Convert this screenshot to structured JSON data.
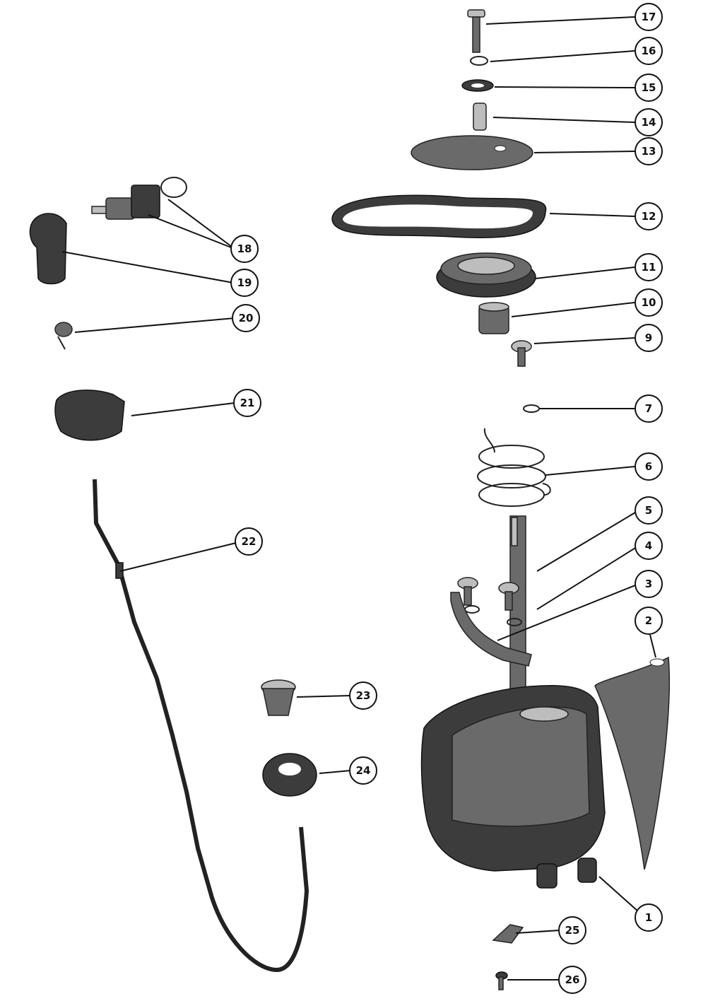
{
  "callouts": [
    {
      "id": "1",
      "label": "1"
    },
    {
      "id": "2",
      "label": "2"
    },
    {
      "id": "3",
      "label": "3"
    },
    {
      "id": "4",
      "label": "4"
    },
    {
      "id": "5",
      "label": "5"
    },
    {
      "id": "6",
      "label": "6"
    },
    {
      "id": "7",
      "label": "7"
    },
    {
      "id": "9",
      "label": "9"
    },
    {
      "id": "10",
      "label": "10"
    },
    {
      "id": "11",
      "label": "11"
    },
    {
      "id": "12",
      "label": "12"
    },
    {
      "id": "13",
      "label": "13"
    },
    {
      "id": "14",
      "label": "14"
    },
    {
      "id": "15",
      "label": "15"
    },
    {
      "id": "16",
      "label": "16"
    },
    {
      "id": "17",
      "label": "17"
    },
    {
      "id": "18",
      "label": "18"
    },
    {
      "id": "19",
      "label": "19"
    },
    {
      "id": "20",
      "label": "20"
    },
    {
      "id": "21",
      "label": "21"
    },
    {
      "id": "22",
      "label": "22"
    },
    {
      "id": "23",
      "label": "23"
    },
    {
      "id": "24",
      "label": "24"
    },
    {
      "id": "25",
      "label": "25"
    },
    {
      "id": "26",
      "label": "26"
    }
  ]
}
